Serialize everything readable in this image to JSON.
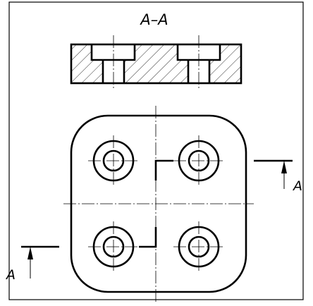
{
  "section_title": "A–A",
  "cut_marker_right": "A",
  "cut_marker_left": "A"
}
